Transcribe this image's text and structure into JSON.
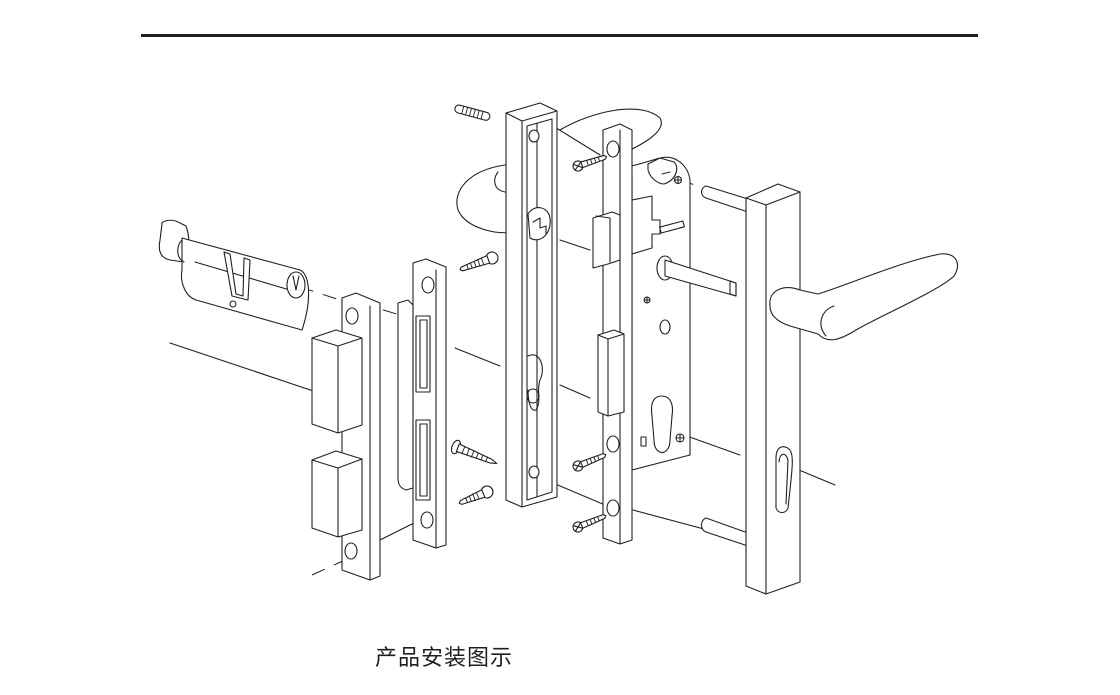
{
  "page": {
    "caption": "产品安装图示",
    "line_color": "#231f20",
    "background": "#ffffff"
  },
  "diagram": {
    "subject": "exploded-lock-assembly",
    "components": [
      "euro-cylinder",
      "strike-plate",
      "latch-keeper",
      "inner-frame",
      "mortise-lock-body",
      "outer-handle-plate",
      "lever-handle",
      "screws",
      "spindle"
    ]
  }
}
